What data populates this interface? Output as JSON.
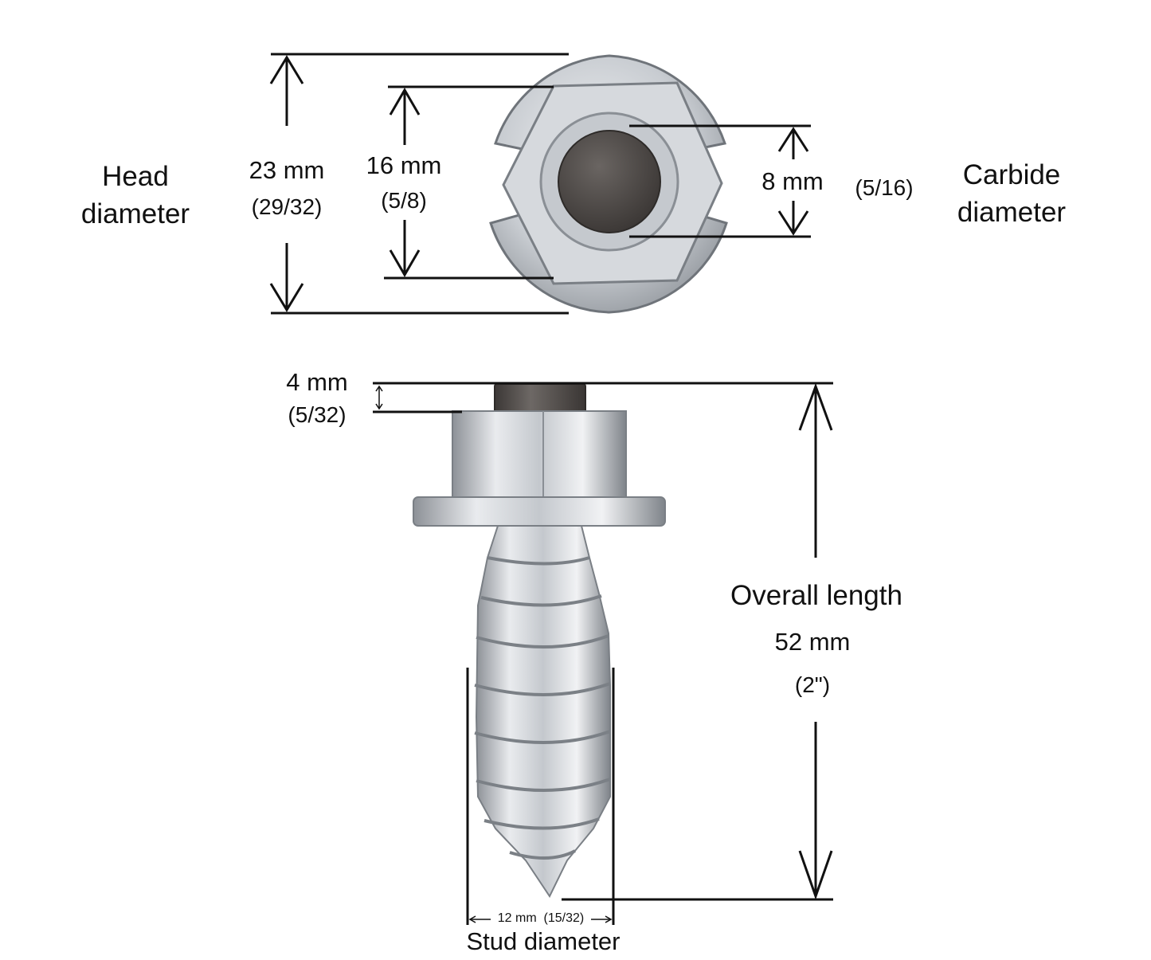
{
  "labels": {
    "head_diameter_1": "Head",
    "head_diameter_2": "diameter",
    "head_mm": "23 mm",
    "head_in": "(29/32)",
    "hex_mm": "16 mm",
    "hex_in": "(5/8)",
    "carbide_mm": "8 mm",
    "carbide_in": "(5/16)",
    "carbide_diameter_1": "Carbide",
    "carbide_diameter_2": "diameter",
    "tip_mm": "4 mm",
    "tip_in": "(5/32)",
    "overall_length": "Overall length",
    "overall_mm": "52 mm",
    "overall_in": "(2\")",
    "stud_measure": "12 mm  (15/32)",
    "stud_diameter": "Stud diameter"
  },
  "colors": {
    "ink": "#111111",
    "zinc_light": "#e4e6e9",
    "zinc_mid": "#b9bdc2",
    "zinc_dark": "#7d8288",
    "carbide": "#4a4644"
  }
}
